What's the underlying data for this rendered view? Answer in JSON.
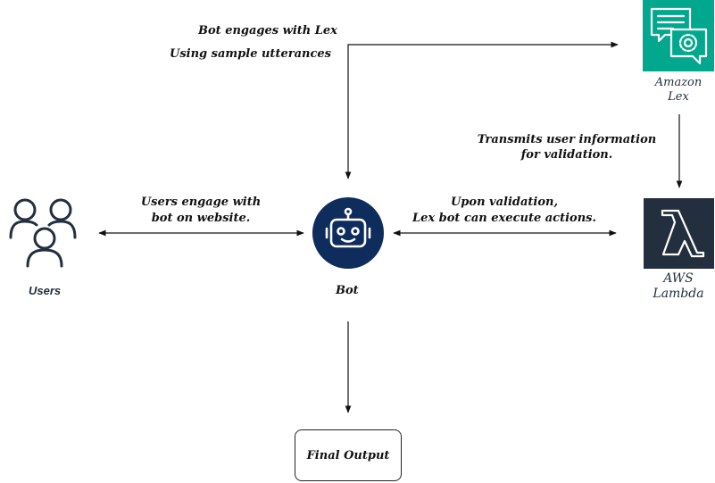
{
  "nodes": {
    "users": {
      "label": "Users",
      "icon": "users-icon"
    },
    "bot": {
      "label": "Bot",
      "icon": "robot-icon",
      "color": "#0F2D5C"
    },
    "lex": {
      "label_line1": "Amazon",
      "label_line2": "Lex",
      "icon": "amazon-lex-icon",
      "color": "#01A88D"
    },
    "lambda": {
      "label_line1": "AWS",
      "label_line2": "Lambda",
      "icon": "aws-lambda-icon",
      "color": "#232F3E"
    },
    "output": {
      "label": "Final Output"
    }
  },
  "edges": {
    "bot_lex": {
      "line1": "Bot engages with Lex",
      "line2": "Using sample utterances"
    },
    "users_bot": {
      "line1": "Users engage with",
      "line2": "bot on website."
    },
    "lex_lambda": {
      "line1": "Transmits user information",
      "line2": "for validation."
    },
    "bot_lambda": {
      "line1": "Upon validation,",
      "line2": "Lex bot can execute actions."
    }
  }
}
